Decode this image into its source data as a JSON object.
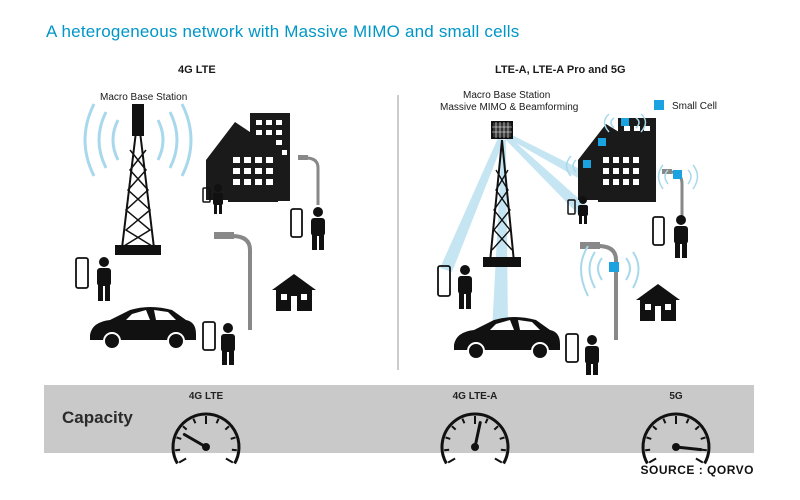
{
  "title": "A heterogeneous network with Massive MIMO and small cells",
  "left_panel": {
    "heading": "4G LTE",
    "macro_label": "Macro Base Station"
  },
  "right_panel": {
    "heading": "LTE-A, LTE-A Pro and 5G",
    "macro_label_line1": "Macro Base Station",
    "macro_label_line2": "Massive MIMO & Beamforming",
    "legend_small_cell": "Small Cell"
  },
  "capacity": {
    "label": "Capacity",
    "gauges": [
      {
        "label": "4G LTE",
        "level": 0.25
      },
      {
        "label": "4G LTE-A",
        "level": 0.55
      },
      {
        "label": "5G",
        "level": 0.9
      }
    ]
  },
  "source": "SOURCE : QORVO",
  "colors": {
    "accent": "#0096c7",
    "small_cell": "#1aa3e0",
    "beam": "#bfe3f2",
    "wave": "#a8d8ec",
    "band": "#c9c9c9",
    "ink": "#1a1a1a"
  }
}
